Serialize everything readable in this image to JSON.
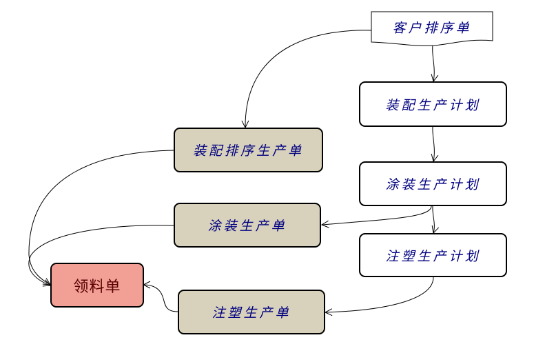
{
  "diagram": {
    "customer_order": "客户排序单",
    "assembly_plan": "装配生产计划",
    "assembly_order": "装配排序生产单",
    "paint_plan": "涂装生产计划",
    "paint_order": "涂装生产单",
    "molding_plan": "注塑生产计划",
    "requisition": "领料单",
    "molding_order": "注塑生产单"
  },
  "colors": {
    "plan_box": "#ffffff",
    "order_box": "#d8d2bc",
    "requisition_box": "#f2a096",
    "text": "#000080"
  }
}
